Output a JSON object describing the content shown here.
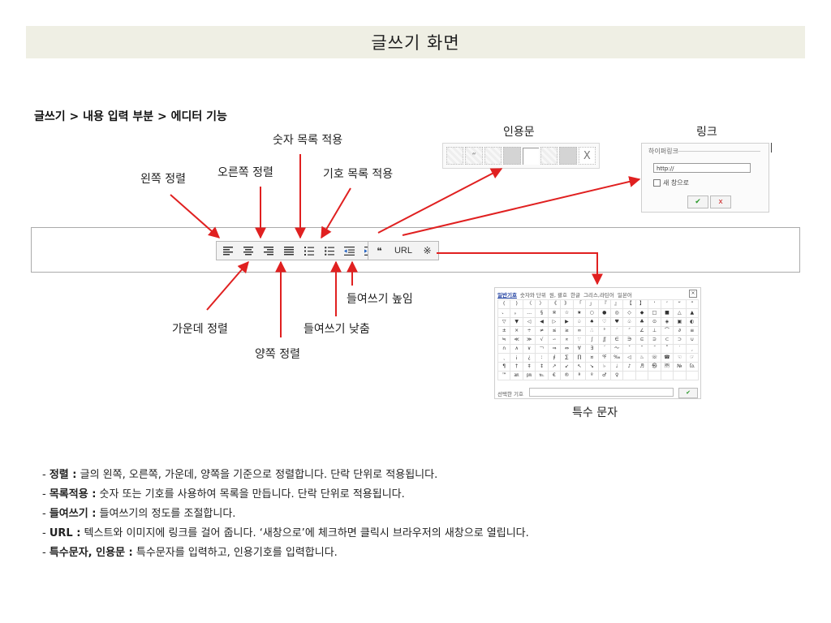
{
  "page_title": "글쓰기 화면",
  "breadcrumb": "글쓰기 > 내용 입력 부분 > 에디터 기능",
  "callouts": {
    "align_left": "왼쪽 정렬",
    "align_right": "오른쪽 정렬",
    "numbered_list": "숫자 목록 적용",
    "bullet_list": "기호 목록 적용",
    "quote": "인용문",
    "link": "링크",
    "align_center": "가운데 정렬",
    "justify": "양쪽 정렬",
    "outdent": "들여쓰기 낮춤",
    "indent": "들여쓰기 높임",
    "special_chars": "특수 문자"
  },
  "toolbar": {
    "quote_icon": "❝",
    "url_label": "URL",
    "special_icon": "※"
  },
  "quote_panel": {
    "quote_mark": "“",
    "close": "X"
  },
  "link_dialog": {
    "legend": "하이퍼링크",
    "url_value": "http://",
    "new_window_label": "새 창으로",
    "ok": "✔",
    "cancel": "x"
  },
  "special_panel": {
    "tabs": [
      "일반기호",
      "숫자와 단위",
      "원, 괄호",
      "한글",
      "그리스,라틴어",
      "일본어"
    ],
    "close": "×",
    "grid": [
      "(",
      ")",
      "〈",
      "〉",
      "《",
      "》",
      "「",
      "」",
      "『",
      "』",
      "【",
      "】",
      "‘",
      "’",
      "“",
      "”",
      "、",
      "。",
      "…",
      "§",
      "※",
      "☆",
      "★",
      "○",
      "●",
      "◎",
      "◇",
      "◆",
      "□",
      "■",
      "△",
      "▲",
      "▽",
      "▼",
      "◁",
      "◀",
      "▷",
      "▶",
      "♤",
      "♠",
      "♡",
      "♥",
      "♧",
      "♣",
      "⊙",
      "◈",
      "▣",
      "◐",
      "±",
      "×",
      "÷",
      "≠",
      "≤",
      "≥",
      "∞",
      "∴",
      "°",
      "′",
      "″",
      "∠",
      "⊥",
      "⌒",
      "∂",
      "≡",
      "≒",
      "≪",
      "≫",
      "√",
      "∽",
      "∝",
      "∵",
      "∫",
      "∬",
      "∈",
      "∋",
      "⊆",
      "⊇",
      "⊂",
      "⊃",
      "∪",
      "∩",
      "∧",
      "∨",
      "￢",
      "⇒",
      "⇔",
      "∀",
      "∃",
      "´",
      "～",
      "ˇ",
      "˘",
      "˝",
      "˚",
      "˙",
      "¸",
      "˛",
      "¡",
      "¿",
      "ː",
      "∮",
      "∑",
      "∏",
      "¤",
      "℉",
      "‰",
      "◁",
      "♨",
      "☏",
      "☎",
      "☜",
      "☞",
      "¶",
      "†",
      "‡",
      "↕",
      "↗",
      "↙",
      "↖",
      "↘",
      "♭",
      "♩",
      "♪",
      "♬",
      "㉿",
      "㈜",
      "№",
      "㏇",
      "™",
      "㏂",
      "㏘",
      "℡",
      "€",
      "®",
      "ª",
      "º",
      "♂",
      "♀",
      "",
      "",
      "",
      "",
      "",
      ""
    ],
    "selected_label": "선택한 기호",
    "ok": "✔"
  },
  "notes": [
    {
      "term": "정렬 :",
      "desc": " 글의 왼쪽, 오른쪽, 가운데, 양쪽을 기준으로 정렬합니다. 단락 단위로 적용됩니다."
    },
    {
      "term": "목록적용 :",
      "desc": " 숫자 또는 기호를 사용하여 목록을 만듭니다. 단락 단위로 적용됩니다."
    },
    {
      "term": "들여쓰기 :",
      "desc": " 들여쓰기의 정도를 조절합니다."
    },
    {
      "term": "URL :",
      "desc": " 텍스트와 이미지에 링크를 걸어 줍니다. ‘새창으로’에 체크하면 클릭시 브라우저의 새창으로 열립니다."
    },
    {
      "term": "특수문자, 인용문 :",
      "desc": " 특수문자를 입력하고, 인용기호를 입력합니다."
    }
  ],
  "note_dash": "-",
  "colors": {
    "title_bg": "#efefe4",
    "arrow": "#e02020",
    "accent_green": "#2c9a2c"
  }
}
